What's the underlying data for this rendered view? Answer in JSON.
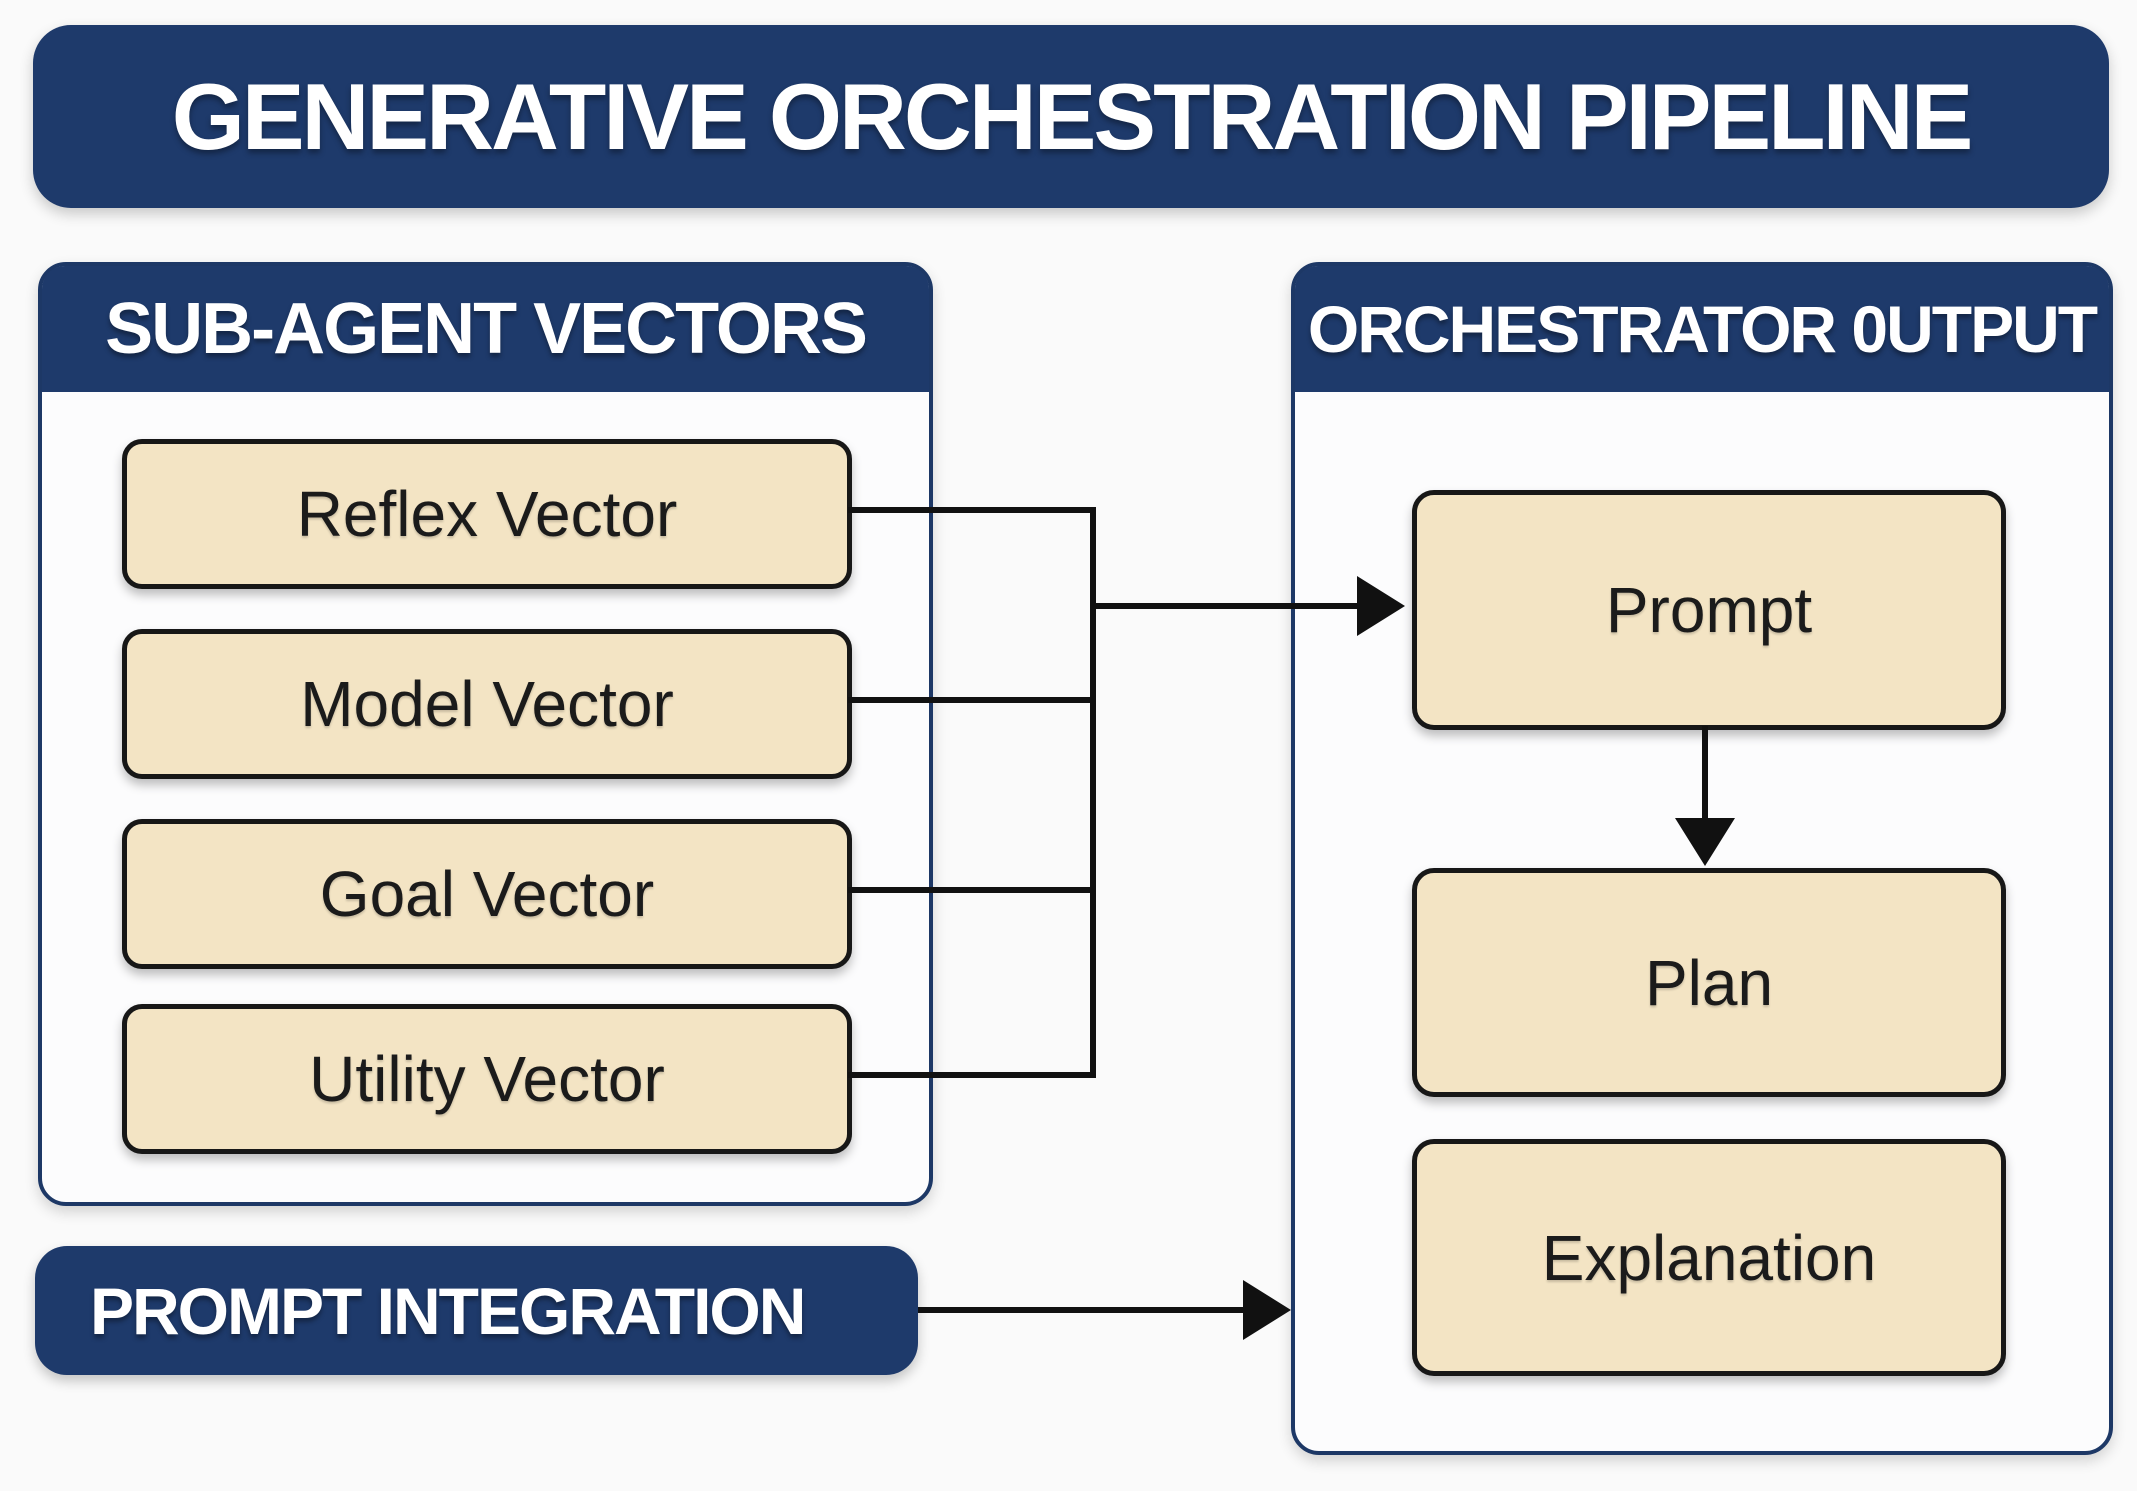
{
  "colors": {
    "navy": "#1e3a6b",
    "navy_border": "#1d3866",
    "tan": "#f3e4c4",
    "box_border": "#171717",
    "line": "#111111",
    "background": "#fafafa",
    "panel_bg": "#fcfcfd",
    "text_dark": "#1b1b1b",
    "text_white": "#ffffff"
  },
  "title": "GENERATIVE ORCHESTRATION PIPELINE",
  "sub_agent_panel": {
    "header": "SUB-AGENT VECTORS",
    "vectors": [
      {
        "label": "Reflex Vector"
      },
      {
        "label": "Model Vector"
      },
      {
        "label": "Goal Vector"
      },
      {
        "label": "Utility Vector"
      }
    ]
  },
  "orchestrator_panel": {
    "header": "ORCHESTRATOR 0UTPUT",
    "outputs": [
      {
        "label": "Prompt"
      },
      {
        "label": "Plan"
      },
      {
        "label": "Explanation"
      }
    ]
  },
  "prompt_integration": {
    "label": "PROMPT INTEGRATION"
  },
  "connections": [
    {
      "from": "Reflex Vector",
      "to": "Prompt"
    },
    {
      "from": "Model Vector",
      "to": "Prompt"
    },
    {
      "from": "Goal Vector",
      "to": "Prompt"
    },
    {
      "from": "Utility Vector",
      "to": "Prompt"
    },
    {
      "from": "Prompt",
      "to": "Plan"
    },
    {
      "from": "PROMPT INTEGRATION",
      "to": "Orchestrator Output panel"
    }
  ]
}
